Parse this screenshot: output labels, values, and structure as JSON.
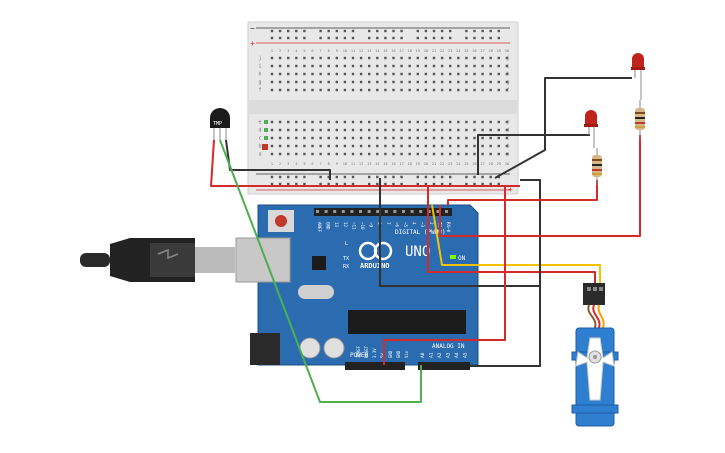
{
  "breadboard": {
    "columns_top": [
      "1",
      "2",
      "3",
      "4",
      "5",
      "6",
      "7",
      "8",
      "9",
      "10",
      "11",
      "12",
      "13",
      "14",
      "15",
      "16",
      "17",
      "18",
      "19",
      "20",
      "21",
      "22",
      "23",
      "24",
      "25",
      "26",
      "27",
      "28",
      "29",
      "30"
    ],
    "rows_upper": [
      "j",
      "i",
      "h",
      "g",
      "f"
    ],
    "rows_lower": [
      "e",
      "d",
      "c",
      "b",
      "a"
    ],
    "rail_minus": "−",
    "rail_plus": "+"
  },
  "sensor": {
    "label": "TMP"
  },
  "arduino": {
    "digital_label": "DIGITAL (PWM~)",
    "brand": "ARDUINO",
    "model": "UNO",
    "on_label": "ON",
    "l_label": "L",
    "tx_label": "TX",
    "rx_label": "RX",
    "aref": "AREF",
    "gnd": "GND",
    "pins_digital": [
      "13",
      "12",
      "~11",
      "~10",
      "~9",
      "8",
      "7",
      "~6",
      "~5",
      "4",
      "~3",
      "2",
      "TX→1",
      "RX←0"
    ],
    "power_label": "POWER",
    "analog_label": "ANALOG IN",
    "power_pins": [
      "IOREF",
      "RESET",
      "3.3V",
      "5V",
      "GND",
      "GND",
      "Vin"
    ],
    "analog_pins": [
      "A0",
      "A1",
      "A2",
      "A3",
      "A4",
      "A5"
    ]
  },
  "colors": {
    "board": "#2b6cb0",
    "breadboard": "#e8e8e8",
    "wire_red": "#d42a2a",
    "wire_black": "#333333",
    "wire_green": "#4caf50",
    "wire_yellow": "#f2c200",
    "led": "#c0221c",
    "servo": "#2f7fd1"
  }
}
